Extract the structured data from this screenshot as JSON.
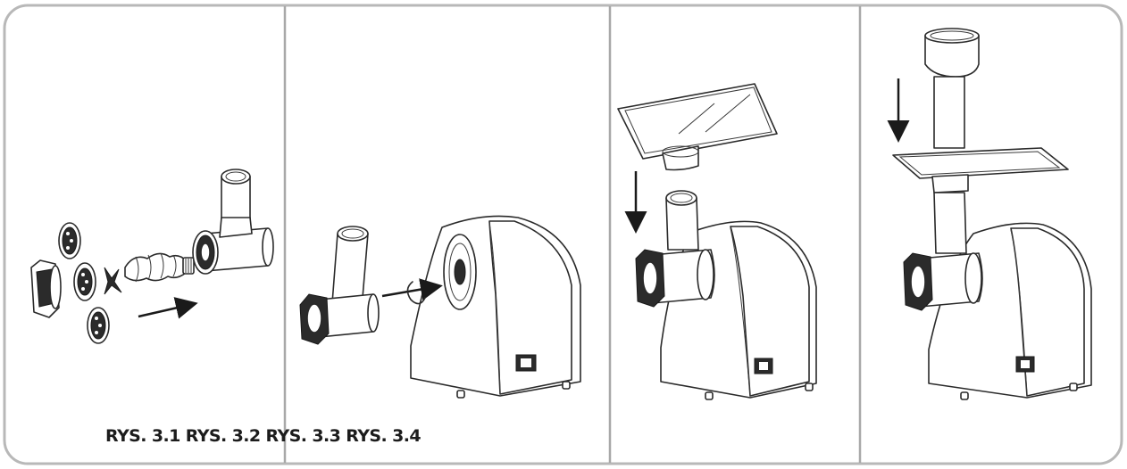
{
  "caption": "RYS. 3.1 RYS. 3.2 RYS. 3.3 RYS. 3.4",
  "panels": [
    {
      "id": "3.1"
    },
    {
      "id": "3.2"
    },
    {
      "id": "3.3"
    },
    {
      "id": "3.4"
    }
  ],
  "colors": {
    "frame": "#b8b8b8",
    "line": "#2a2a2a"
  }
}
